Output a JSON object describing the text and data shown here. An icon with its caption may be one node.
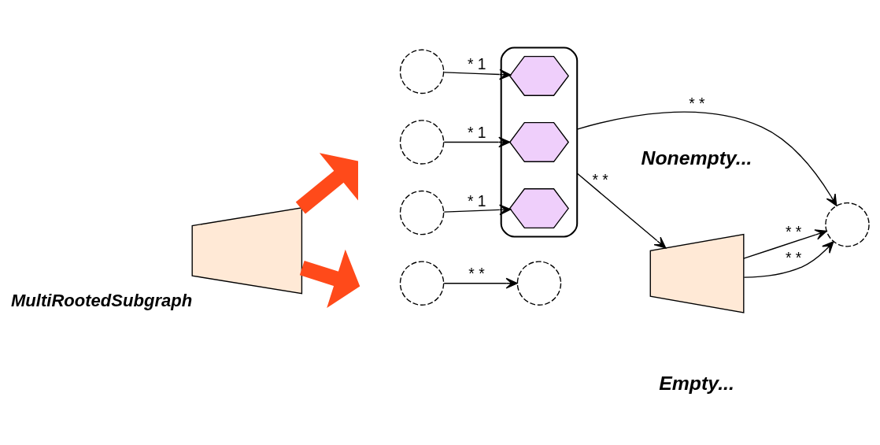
{
  "diagram": {
    "nodes": [
      {
        "text": [
          "MultiRootedSubgraph"
        ]
      },
      {
        "text": [],
        "shape": "circle"
      },
      {
        "text": [],
        "shape": "circle"
      },
      {
        "text": [],
        "shape": "circle"
      },
      {
        "text": [],
        "shape": "box"
      },
      {
        "text": [],
        "shape": "hexagon",
        "in": 4
      },
      {
        "text": [],
        "shape": "hexagon",
        "in": 4
      },
      {
        "text": [],
        "shape": "hexagon",
        "in": 4
      },
      {
        "text": [],
        "shape": "trapezoid"
      },
      {
        "text": [],
        "shape": "circle"
      },
      {
        "text": [],
        "shape": "circle"
      },
      {
        "text": [],
        "shape": "circle"
      }
    ],
    "edges": [
      {
        "from": 0,
        "to": null,
        "arrow": "to",
        "style": "thick",
        "color": "#ff4a1a"
      },
      {
        "from": 0,
        "to": null,
        "arrow": "to",
        "style": "thick",
        "color": "#ff4a1a"
      },
      {
        "from": 1,
        "to": 5,
        "arrow": "to",
        "label": "* 1"
      },
      {
        "from": 2,
        "to": 6,
        "arrow": "to",
        "label": "* 1"
      },
      {
        "from": 3,
        "to": 7,
        "arrow": "to",
        "label": "* 1"
      },
      {
        "from": 4,
        "to": 8,
        "arrow": "to",
        "label": "* *"
      },
      {
        "from": 8,
        "to": 9,
        "arrow": "to",
        "label": "* *"
      },
      {
        "from": 4,
        "to": 9,
        "arrow": "to",
        "label": "* *"
      },
      {
        "from": 8,
        "to": 9,
        "arrow": "to",
        "label": "* *"
      },
      {
        "from": 10,
        "to": 11,
        "arrow": "to",
        "label": "* *"
      }
    ],
    "labels": [
      "Nonempty...",
      "Empty..."
    ]
  }
}
